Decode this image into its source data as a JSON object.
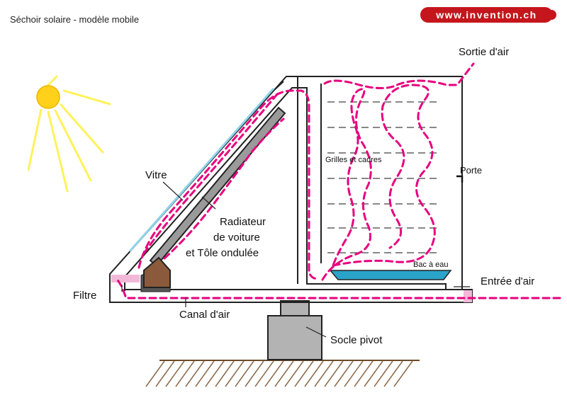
{
  "title": "Séchoir solaire - modèle mobile",
  "brand": "www.invention.ch",
  "labels": {
    "sortie_air": "Sortie d'air",
    "vitre": "Vitre",
    "radiateur_line1": "Radiateur",
    "radiateur_line2": "de voiture",
    "radiateur_line3": "et Tôle ondulée",
    "grilles": "Grilles et cadres",
    "porte": "Porte",
    "bac": "Bac à eau",
    "filtre": "Filtre",
    "entree_air": "Entrée d'air",
    "canal_air": "Canal d'air",
    "socle": "Socle pivot"
  },
  "colors": {
    "airflow": "#e6007e",
    "glass": "#8fd3ea",
    "sun": "#ffd11a",
    "sun_rays": "#fff25a",
    "radiator": "#9a9a9a",
    "block": "#8b5a3c",
    "water": "#2aa3c9",
    "filter": "#f2b8d8",
    "socle": "#b3b3b3",
    "brand_badge": "#c4161c"
  }
}
